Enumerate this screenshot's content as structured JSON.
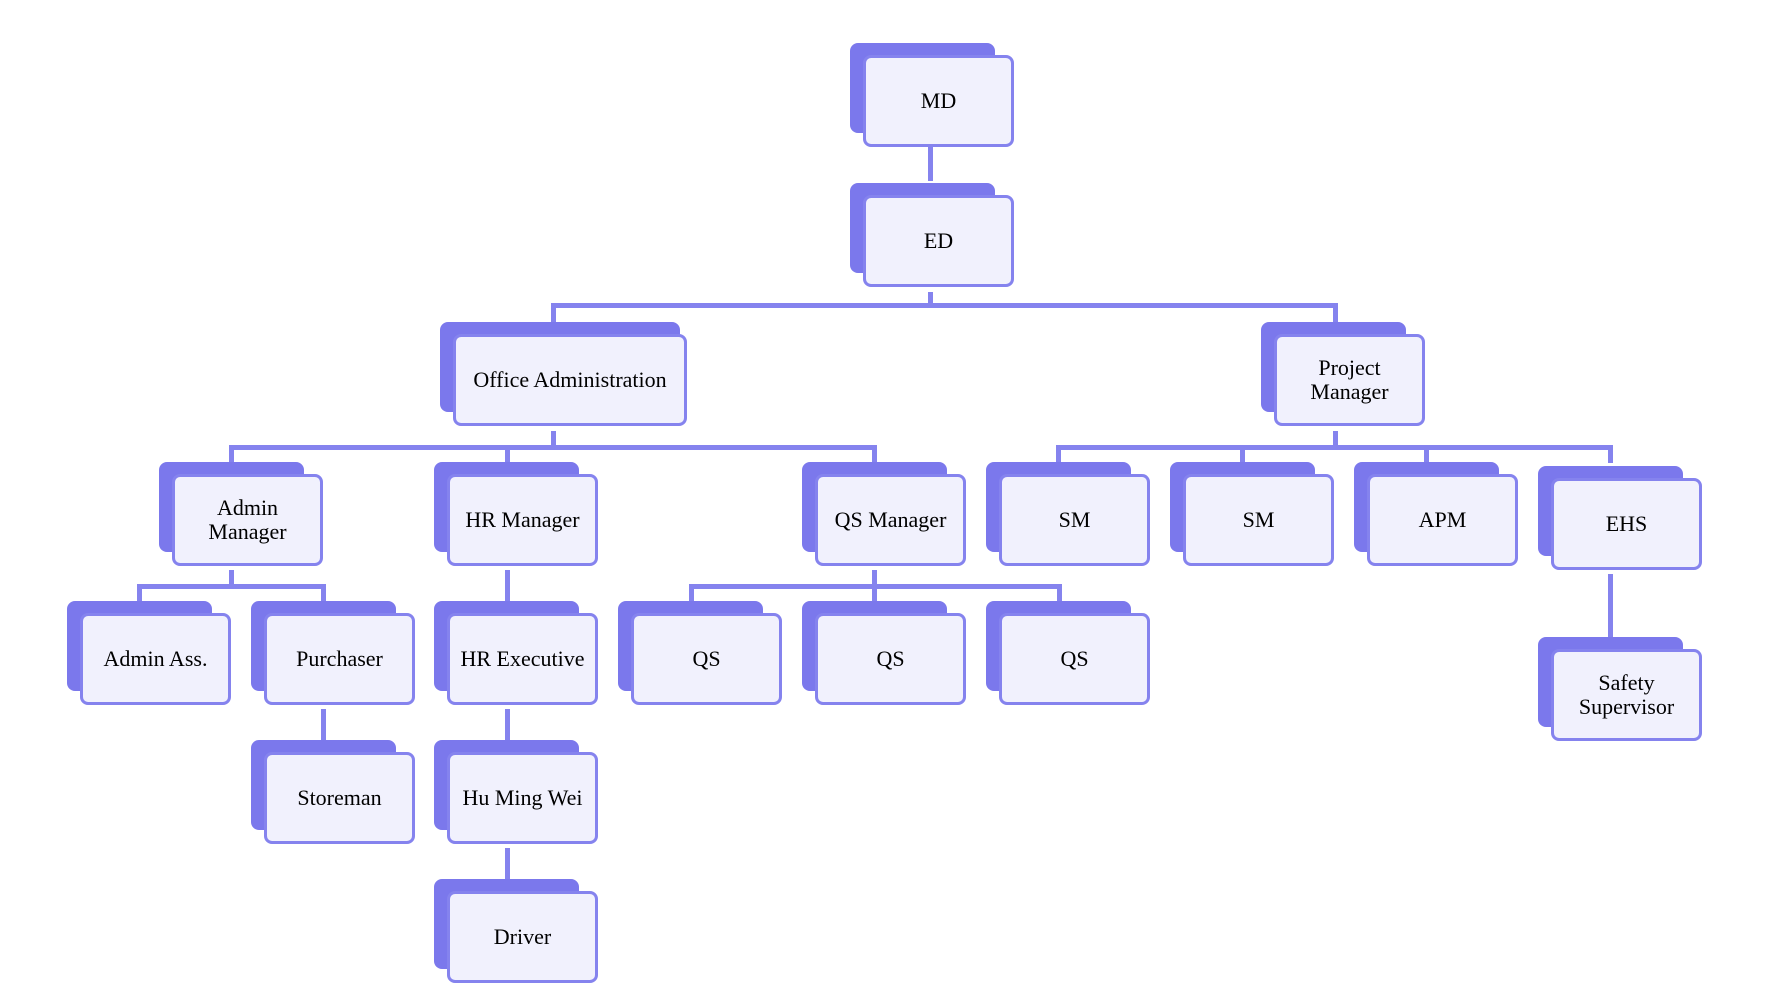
{
  "diagram": {
    "nodes": [
      {
        "id": "md",
        "label": "MD"
      },
      {
        "id": "ed",
        "label": "ED"
      },
      {
        "id": "office-admin",
        "label": "Office Administration"
      },
      {
        "id": "project-manager",
        "label": "Project\nManager"
      },
      {
        "id": "admin-manager",
        "label": "Admin\nManager"
      },
      {
        "id": "hr-manager",
        "label": "HR Manager"
      },
      {
        "id": "qs-manager",
        "label": "QS Manager"
      },
      {
        "id": "sm-1",
        "label": "SM"
      },
      {
        "id": "sm-2",
        "label": "SM"
      },
      {
        "id": "apm",
        "label": "APM"
      },
      {
        "id": "ehs",
        "label": "EHS"
      },
      {
        "id": "admin-ass",
        "label": "Admin Ass."
      },
      {
        "id": "purchaser",
        "label": "Purchaser"
      },
      {
        "id": "hr-executive",
        "label": "HR Executive"
      },
      {
        "id": "qs-1",
        "label": "QS"
      },
      {
        "id": "qs-2",
        "label": "QS"
      },
      {
        "id": "qs-3",
        "label": "QS"
      },
      {
        "id": "safety-supervisor",
        "label": "Safety\nSupervisor"
      },
      {
        "id": "storeman",
        "label": "Storeman"
      },
      {
        "id": "hu-ming-wei",
        "label": "Hu Ming Wei"
      },
      {
        "id": "driver",
        "label": "Driver"
      }
    ],
    "edges": [
      [
        "md",
        "ed"
      ],
      [
        "ed",
        "office-admin"
      ],
      [
        "ed",
        "project-manager"
      ],
      [
        "office-admin",
        "admin-manager"
      ],
      [
        "office-admin",
        "hr-manager"
      ],
      [
        "office-admin",
        "qs-manager"
      ],
      [
        "project-manager",
        "sm-1"
      ],
      [
        "project-manager",
        "sm-2"
      ],
      [
        "project-manager",
        "apm"
      ],
      [
        "project-manager",
        "ehs"
      ],
      [
        "admin-manager",
        "admin-ass"
      ],
      [
        "admin-manager",
        "purchaser"
      ],
      [
        "purchaser",
        "storeman"
      ],
      [
        "hr-manager",
        "hr-executive"
      ],
      [
        "hr-executive",
        "hu-ming-wei"
      ],
      [
        "hu-ming-wei",
        "driver"
      ],
      [
        "qs-manager",
        "qs-1"
      ],
      [
        "qs-manager",
        "qs-2"
      ],
      [
        "qs-manager",
        "qs-3"
      ],
      [
        "ehs",
        "safety-supervisor"
      ]
    ],
    "colors": {
      "box_back": "#7b78ec",
      "box_front": "#f1f1fd",
      "box_border": "#8583ee",
      "connector": "#8583ee"
    }
  }
}
